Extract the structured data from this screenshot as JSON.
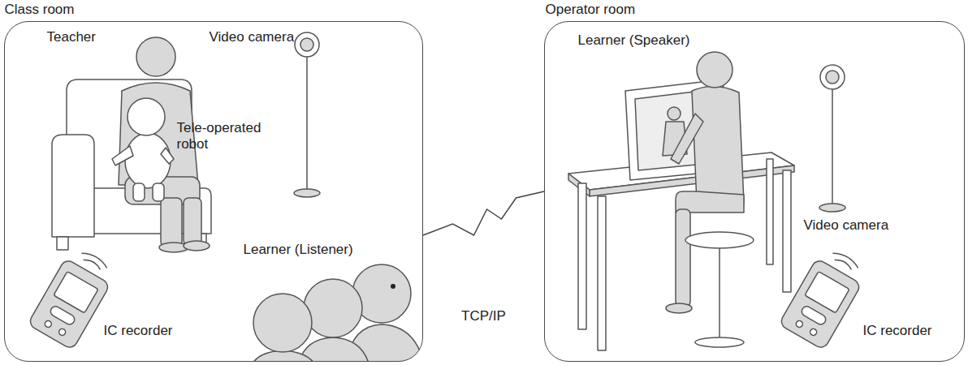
{
  "diagram": {
    "nodes": [
      {
        "text": [
          "Class room",
          "Teacher",
          "Tele-operated robot",
          "Video camera",
          "Learner (Listener)",
          "IC recorder"
        ]
      },
      {
        "text": [
          "Operator room",
          "Learner (Speaker)",
          "Video camera",
          "IC recorder"
        ]
      }
    ],
    "edges": [
      {
        "from": 0,
        "to": 1,
        "label": "TCP/IP",
        "arrow": "none"
      }
    ]
  }
}
